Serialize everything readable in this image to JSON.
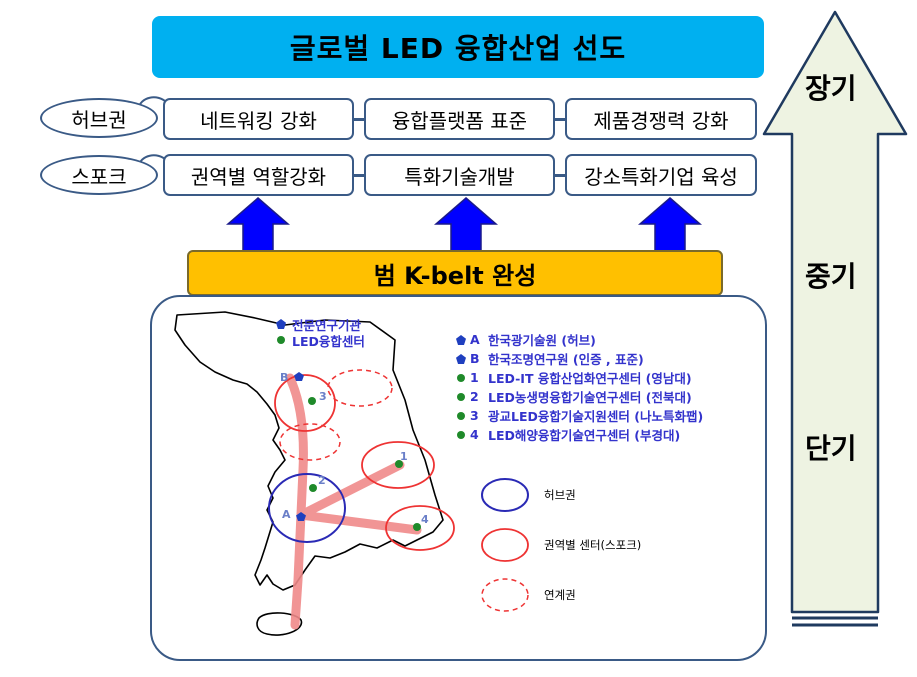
{
  "title": "글로벌 LED 융합산업 선도",
  "rows": [
    {
      "label": "허브권",
      "items": [
        "네트워킹 강화",
        "융합플랫폼 표준",
        "제품경쟁력 강화"
      ]
    },
    {
      "label": "스포크",
      "items": [
        "권역별 역할강화",
        "특화기술개발",
        "강소특화기업 육성"
      ]
    }
  ],
  "belt": "범 K-belt 완성",
  "map_legend_top": [
    {
      "mark": "",
      "text": "전문연구기관",
      "color": "#1f3fbf"
    },
    {
      "mark": "",
      "text": "LED융합센터",
      "color": "#1f8a2a"
    }
  ],
  "institutions": [
    {
      "mark": "A",
      "text": "한국광기술원 (허브)",
      "color": "#1f3fbf"
    },
    {
      "mark": "B",
      "text": "한국조명연구원 (인증 , 표준)",
      "color": "#1f3fbf"
    },
    {
      "mark": "1",
      "text": "LED-IT 융합산업화연구센터 (영남대)",
      "color": "#1f8a2a"
    },
    {
      "mark": "2",
      "text": "LED농생명융합기술연구센터 (전북대)",
      "color": "#1f8a2a"
    },
    {
      "mark": "3",
      "text": "광교LED융합기술지원센터 (나노특화팹)",
      "color": "#1f8a2a"
    },
    {
      "mark": "4",
      "text": "LED해양융합기술연구센터 (부경대)",
      "color": "#1f8a2a"
    }
  ],
  "circle_legend": [
    {
      "text": "허브권",
      "style": "solid-blue"
    },
    {
      "text": "권역별 센터(스포크)",
      "style": "solid-red"
    },
    {
      "text": "연계권",
      "style": "dashed-red"
    }
  ],
  "map_labels": {
    "A": "A",
    "B": "B",
    "1": "1",
    "2": "2",
    "3": "3",
    "4": "4"
  },
  "terms": [
    "장기",
    "중기",
    "단기"
  ],
  "colors": {
    "banner": "#00b0f0",
    "belt": "#ffc000",
    "arrow_up": "#0000ff",
    "big_arrow": "#eef3e2",
    "border": "#3a5a86"
  }
}
